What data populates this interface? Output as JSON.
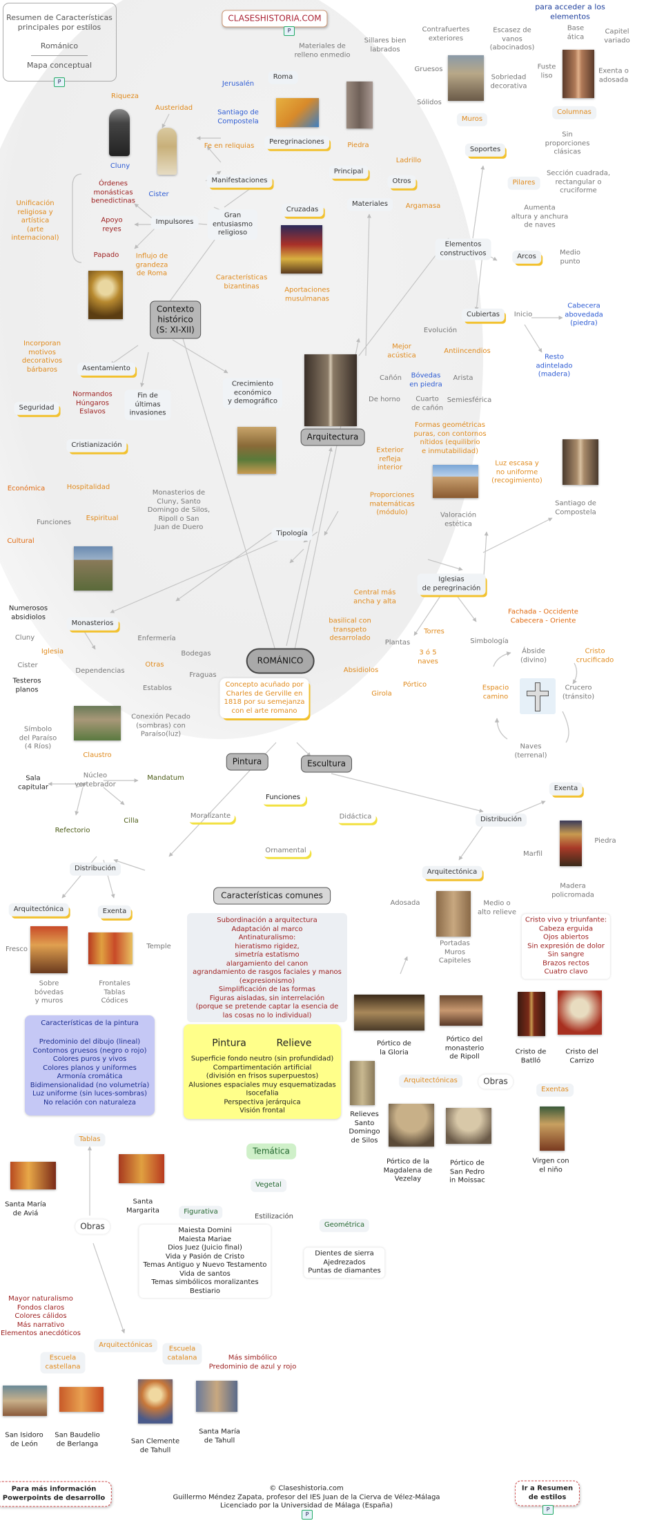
{
  "header": {
    "box_text": "Resumen de Características\nprincipales por estilos\n\nRománico\n\nMapa conceptual",
    "logo": "CLASESHISTORIA.COM",
    "hint": "Clic sobre los iconos para acceder a los elementos"
  },
  "central": {
    "root": "ROMÁNICO",
    "concept": "Concepto acuñado por\nCharles de Gerville en\n1818 por su semejanza\ncon el arte romano",
    "contexto": "Contexto\nhistórico\n(S: XI-XII)",
    "arquitectura": "Arquitectura",
    "pintura": "Pintura",
    "escultura": "Escultura"
  },
  "contexto": {
    "gran": "Gran\nentusiasmo\nreligioso",
    "manifestaciones": "Manifestaciones",
    "peregrinaciones": "Peregrinaciones",
    "cruzadas": "Cruzadas",
    "jerusalen": "Jerusalén",
    "roma": "Roma",
    "santiago": "Santiago de\nCompostela",
    "fe": "Fe en reliquias",
    "aport": "Aportaciones\nmusulmanas",
    "bizant": "Características\nbizantinas",
    "impulsores": "Impulsores",
    "ordenes": "Órdenes\nmonásticas\nbenedictinas",
    "reyes": "Apoyo\nreyes",
    "papado": "Papado",
    "cluny": "Cluny",
    "cister": "Cister",
    "riqueza": "Riqueza",
    "austeridad": "Austeridad",
    "unificacion": "Unificación\nreligiosa y\nartística\n(arte\ninternacional)",
    "influjo": "Influjo de\ngrandeza\nde Roma",
    "asentamiento": "Asentamiento",
    "incorporan": "Incorporan\nmotivos\ndecorativos\nbárbaros",
    "seguridad": "Seguridad",
    "normandos": "Normandos\nHúngaros\nEslavos",
    "fin": "Fin de\núltimas\ninvasiones",
    "crecimiento": "Crecimiento\neconómico\ny demográfico",
    "cristianizacion": "Cristianización",
    "hospitalidad": "Hospitalidad",
    "economica": "Económica",
    "espiritual": "Espiritual",
    "funciones": "Funciones",
    "cultural": "Cultural"
  },
  "arq": {
    "materiales": "Materiales",
    "principal": "Principal",
    "otros": "Otros",
    "piedra": "Piedra",
    "ladrillo": "Ladrillo",
    "argamasa": "Argamasa",
    "relleno": "Materiales de\nrelleno enmedio",
    "sillares": "Sillares bien\nlabrados",
    "contrafuertes": "Contrafuertes\nexteriores",
    "escasez": "Escasez de\nvanos\n(abocinados)",
    "base": "Base\nática",
    "capitel": "Capitel\nvariado",
    "gruesos": "Gruesos",
    "sobriedad": "Sobriedad\ndecorativa",
    "fuste": "Fuste\nliso",
    "exenta": "Exenta o\nadosada",
    "solidos": "Sólidos",
    "muros": "Muros",
    "columnas": "Columnas",
    "soportes": "Soportes",
    "sin_prop": "Sin\nproporciones\nclásicas",
    "pilares": "Pilares",
    "seccion": "Sección cuadrada,\nrectangular o\ncruciforme",
    "aumenta": "Aumenta\naltura y anchura\nde naves",
    "elementos": "Elementos\nconstructivos",
    "arcos": "Arcos",
    "medio_punto": "Medio\npunto",
    "cubiertas": "Cubiertas",
    "inicio": "Inicio",
    "cabecera": "Cabecera\nabovedada\n(piedra)",
    "resto": "Resto\nadintelado\n(madera)",
    "evolucion": "Evolución",
    "mejor": "Mejor\nacústica",
    "antiincendios": "Antiincendios",
    "canon": "Cañón",
    "bovedas": "Bóvedas\nen piedra",
    "arista": "Arista",
    "de_horno": "De horno",
    "cuarto": "Cuarto\nde cañón",
    "semiesferica": "Semiesférica",
    "formas": "Formas geométricas\npuras, con contornos\nnítidos (equilibrio\ne inmutabilidad)",
    "exterior": "Exterior\nrefleja\ninterior",
    "luz": "Luz escasa  y\nno uniforme\n(recogimiento)",
    "proporciones": "Proporciones\nmatemáticas\n(módulo)",
    "valoracion": "Valoración\nestética",
    "santiago_c": "Santiago de\nCompostela",
    "tipologia": "Tipología",
    "monasterios_ej": "Monasterios de\nCluny, Santo\nDomingo de Silos,\nRipoll o San\nJuan de Duero",
    "iglesias": "Iglesias\nde peregrinación",
    "central_mas": "Central más\nancha y alta",
    "fachada": "Fachada - Occidente\nCabecera - Oriente",
    "basilical": "basilical con\ntranspeto\ndesarrolado",
    "torres": "Torres",
    "plantas": "Plantas",
    "simbologia": "Simbología",
    "tres_cinco": "3 ó 5\nnaves",
    "absidiolos": "Absidiolos",
    "portico": "Pórtico",
    "girola": "Girola",
    "abside": "Ábside\n(divino)",
    "cristo_cruc": "Cristo\ncrucificado",
    "espacio": "Espacio\ncamino",
    "crucero": "Crucero\n(tránsito)",
    "naves": "Naves\n(terrenal)"
  },
  "monasterios": {
    "numerosos": "Numerosos\nabsidiolos",
    "monasterios": "Monasterios",
    "cluny": "Cluny",
    "iglesia": "Iglesia",
    "cister": "Cister",
    "testeros": "Testeros\nplanos",
    "enfermeria": "Enfermería",
    "bodegas": "Bodegas",
    "otras": "Otras",
    "fraguas": "Fraguas",
    "dependencias": "Dependencias",
    "establos": "Establos",
    "simbolo": "Símbolo\ndel Paraíso\n(4 Ríos)",
    "conexion": "Conexión Pecado\n(sombras) con\nParaíso(luz)",
    "claustro": "Claustro",
    "sala": "Sala\ncapitular",
    "nucleo": "Núcleo\nvertebrador",
    "mandatum": "Mandatum",
    "cilla": "Cilla",
    "refectorio": "Refectorio"
  },
  "pintura": {
    "distribucion": "Distribución",
    "arquitectonica": "Arquitectónica",
    "exenta": "Exenta",
    "fresco": "Fresco",
    "temple": "Temple",
    "sobre": "Sobre\nbóvedas\ny muros",
    "frontales": "Frontales\nTablas\nCódices",
    "caract_title": "Características de la pintura",
    "caract": "Predominio del dibujo (lineal)\nContornos gruesos (negro o rojo)\nColores puros y vivos\nColores planos y uniformes\nArmonía cromática\nBidimensionalidad (no volumetría)\nLuz uniforme (sin luces-sombras)\nNo relación con naturaleza",
    "tablas": "Tablas",
    "santa_aviá": "Santa María\nde Aviá",
    "santa_margarita": "Santa\nMargarita",
    "obras": "Obras",
    "mayor": "Mayor naturalismo\nFondos claros\nColores cálidos\nMás narrativo\nElementos anecdóticos",
    "arquitectonicas": "Arquitectónicas",
    "castellana": "Escuela\ncastellana",
    "catalana": "Escuela\ncatalana",
    "mas_simbolico": "Más simbólico\nPredominio de azul y rojo",
    "san_isidoro": "San Isidoro\nde León",
    "san_baudelio": "San Baudelio\nde Berlanga",
    "san_clemente": "San Clemente\nde Tahull",
    "santa_maria_tahull": "Santa María\nde Tahull"
  },
  "comunes": {
    "title": "Características comunes",
    "text": "Subordinación a arquitectura\nAdaptación al marco\nAntinaturalismo:\nhieratismo      rigidez,\nsimetría      estatismo\nalargamiento del canon\nagrandamiento de rasgos faciales y manos\n(expresionismo)\nSimplificación de las formas\nFiguras aisladas, sin interrelación\n(porque se pretende captar la esencia de\nlas cosas no lo individual)",
    "pintura": "Pintura",
    "relieve": "Relieve",
    "relieve_text": "Superficie fondo neutro (sin profundidad)\nCompartimentación artificial\n(división en frisos superpuestos)\nAlusiones espaciales muy esquematizadas\nIsocefalia\nPerspectiva jerárquica\nVisión frontal",
    "tematica": "Temática",
    "vegetal": "Vegetal",
    "figurativa": "Figurativa",
    "estilizacion": "Estilización",
    "geometrica": "Geométrica",
    "temas": "Maiesta Domini\nMaiesta Mariae\nDios Juez (Juicio final)\nVida y Pasión de Cristo\nTemas Antiguo y Nuevo Testamento\nVida de santos\nTemas simbólicos moralizantes\nBestiario",
    "dientes": "Dientes de sierra\nAjedrezados\nPuntas de diamantes"
  },
  "escultura": {
    "funciones": "Funciones",
    "moralizante": "Moralizante",
    "didactica": "Didáctica",
    "ornamental": "Ornamental",
    "distribucion": "Distribución",
    "exenta": "Exenta",
    "arquitectonica": "Arquitectónica",
    "piedra": "Piedra",
    "marfil": "Marfil",
    "madera": "Madera\npolicromada",
    "adosada": "Adosada",
    "medio": "Medio o\nalto relieve",
    "portadas": "Portadas\nMuros\nCapiteles",
    "cristo_vivo": "Cristo vivo y triunfante:\nCabeza erguida\nOjos abiertos\nSin expresión de dolor\nSin sangre\nBrazos rectos\nCuatro clavo",
    "portico_gloria": "Pórtico de\nla Gloria",
    "portico_ripoll": "Pórtico del\nmonasterio\nde Ripoll",
    "cristo_batllo": "Cristo de\nBatlló",
    "cristo_carrizo": "Cristo del\nCarrizo",
    "relieves_silos": "Relieves\nSanto\nDomingo\nde Silos",
    "arquitectonicas": "Arquitectónicas",
    "obras": "Obras",
    "exentas": "Exentas",
    "portico_vezelay": "Pórtico de la\nMagdalena de\nVezelay",
    "portico_moissac": "Pórtico de\nSan Pedro\nin Moissac",
    "virgen": "Virgen con\nel niño"
  },
  "footer": {
    "left": "Para más información\nPowerpoints de desarrollo",
    "center": "© Claseshistoria.com\nGuillermo Méndez Zapata, profesor del IES Juan de la Cierva de Vélez-Málaga\nLicenciado por la Universidad de Málaga (España)",
    "right": "Ir a Resumen\nde estilos"
  }
}
